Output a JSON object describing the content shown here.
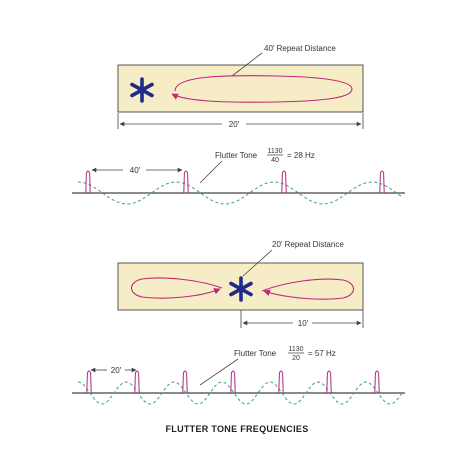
{
  "colors": {
    "room_fill": "#f6edc6",
    "room_stroke": "#555555",
    "path": "#c0277a",
    "source_star": "#1f2a8a",
    "wave": "#3aa574",
    "pulse": "#b0277f",
    "line": "#444444",
    "text": "#333333"
  },
  "icons": {
    "source": "asterisk-star-icon"
  },
  "panel1": {
    "callout": "40′ Repeat Distance",
    "width_label": "20′",
    "pulse_spacing_label": "40′",
    "tone_label": "Flutter Tone",
    "frac_num": "1130",
    "frac_den": "40",
    "frac_result": "= 28 Hz",
    "pulse_count": 4
  },
  "panel2": {
    "callout": "20′ Repeat Distance",
    "width_label": "10′",
    "pulse_spacing_label": "20′",
    "tone_label": "Flutter Tone",
    "frac_num": "1130",
    "frac_den": "20",
    "frac_result": "= 57 Hz",
    "pulse_count": 7
  },
  "caption": "FLUTTER TONE FREQUENCIES"
}
